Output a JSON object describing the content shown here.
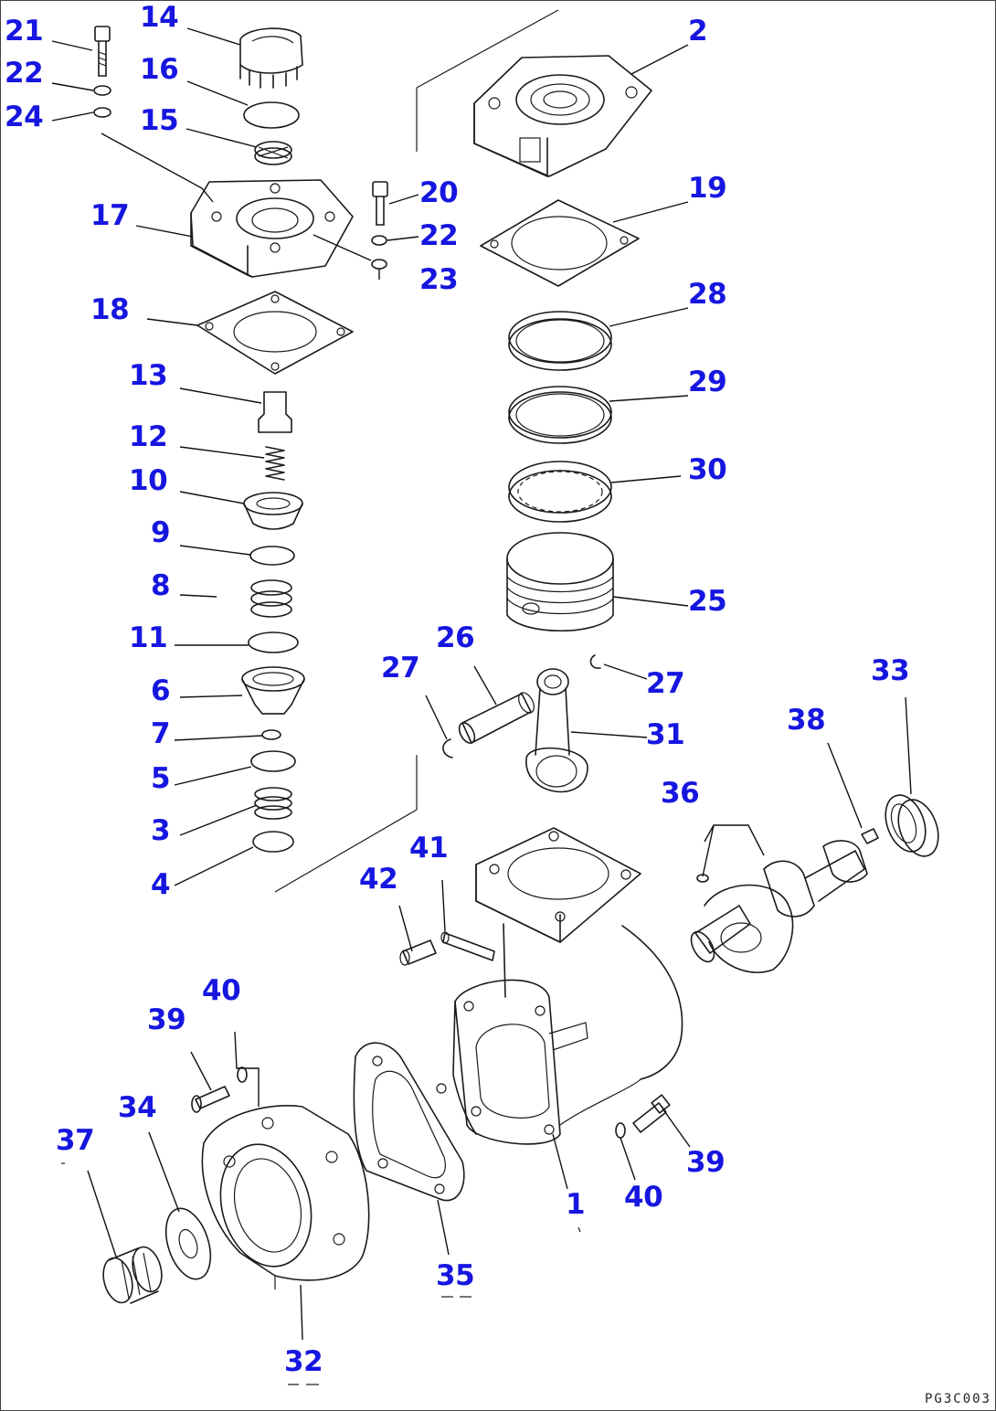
{
  "diagram": {
    "drawing_id": "PG3C003",
    "accent_color": "#1616e0",
    "part_numbers": {
      "p1": "1",
      "p2": "2",
      "p3": "3",
      "p4": "4",
      "p5": "5",
      "p6": "6",
      "p7": "7",
      "p8": "8",
      "p9": "9",
      "p10": "10",
      "p11": "11",
      "p12": "12",
      "p13": "13",
      "p14": "14",
      "p15": "15",
      "p16": "16",
      "p17": "17",
      "p18": "18",
      "p19": "19",
      "p20": "20",
      "p21": "21",
      "p22": "22",
      "p23": "23",
      "p24": "24",
      "p25": "25",
      "p26": "26",
      "p27": "27",
      "p28": "28",
      "p29": "29",
      "p30": "30",
      "p31": "31",
      "p32": "32",
      "p33": "33",
      "p34": "34",
      "p35": "35",
      "p36": "36",
      "p37": "37",
      "p38": "38",
      "p39": "39",
      "p40": "40",
      "p41": "41",
      "p42": "42"
    }
  }
}
